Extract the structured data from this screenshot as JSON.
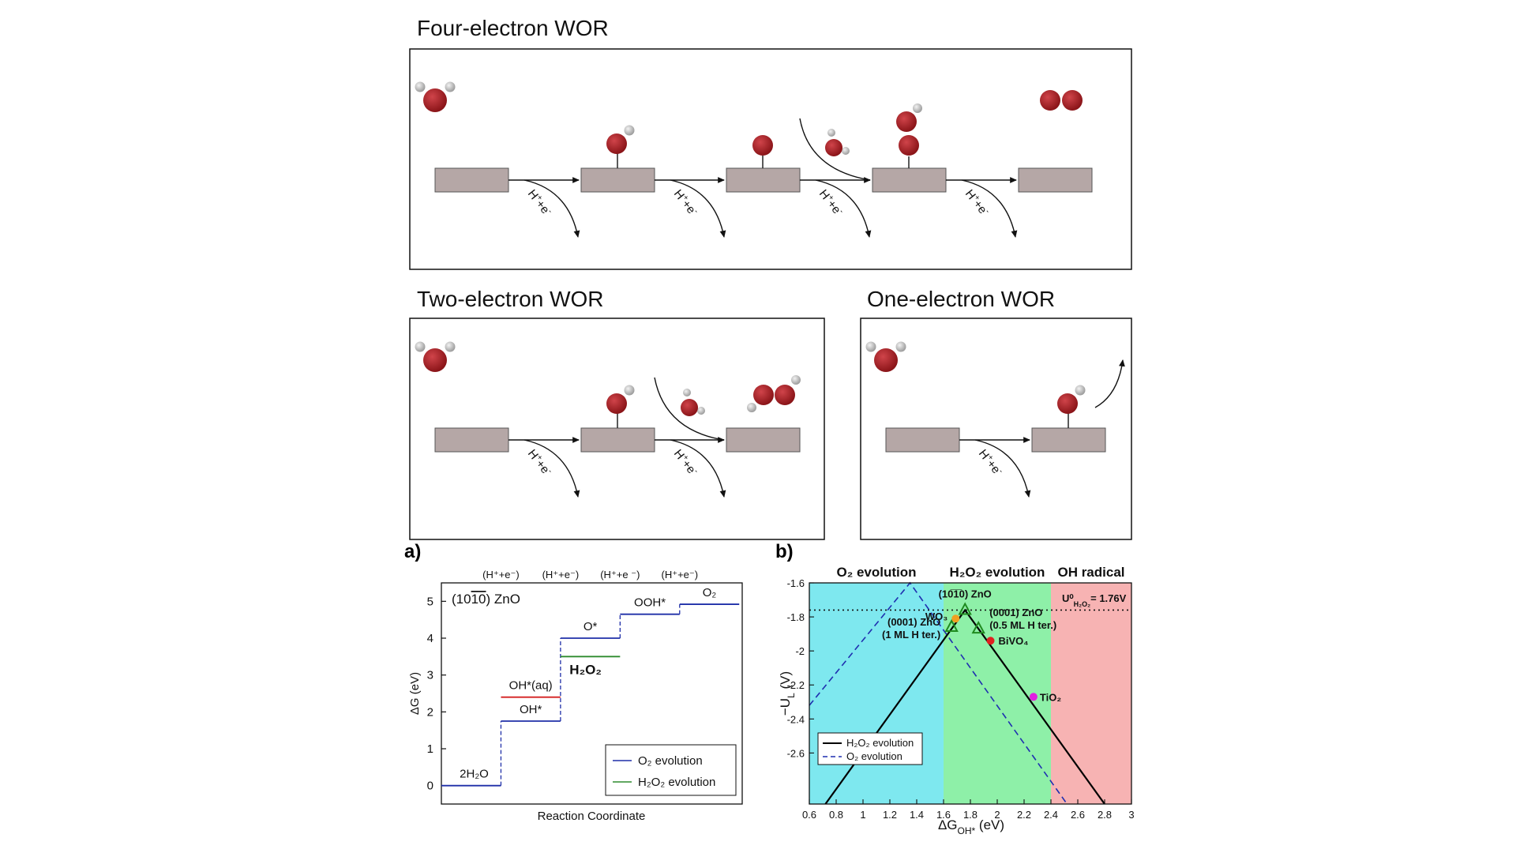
{
  "panels": {
    "four": {
      "title": "Four-electron WOR"
    },
    "two": {
      "title": "Two-electron WOR"
    },
    "one": {
      "title": "One-electron WOR"
    }
  },
  "step_label": {
    "main": "H",
    "sup1": "+",
    "rest": "+e",
    "sup2": "-"
  },
  "colors": {
    "oxygen": "#a61e22",
    "hydrogen": "#bdbdbd",
    "surface": "#b5a7a6"
  },
  "chart_data": [
    {
      "type": "line",
      "panel_label": "a)",
      "title": "(10̅1̅0) ZnO",
      "title_parts": {
        "pre": "(10",
        "bar": "1",
        "mid": "",
        "bar2": "0",
        "post": ") ZnO"
      },
      "xlabel": "Reaction Coordinate",
      "ylabel": "ΔG (eV)",
      "ylim": [
        -0.5,
        5.5
      ],
      "yticks": [
        0,
        1,
        2,
        3,
        4,
        5
      ],
      "step_headers": [
        "(H⁺+e⁻)",
        "(H⁺+e⁻)",
        "(H⁺+e ⁻)",
        "(H⁺+e⁻)"
      ],
      "series": [
        {
          "name": "O₂ evolution",
          "color": "#1f2fa8",
          "levels": [
            {
              "x": [
                0,
                1
              ],
              "y": 0.0,
              "label": "2H₂O"
            },
            {
              "x": [
                1,
                2
              ],
              "y": 1.75,
              "label": "OH*"
            },
            {
              "x": [
                2,
                3
              ],
              "y": 4.0,
              "label": "O*"
            },
            {
              "x": [
                3,
                4
              ],
              "y": 4.65,
              "label": "OOH*"
            },
            {
              "x": [
                4,
                5
              ],
              "y": 4.92,
              "label": "O₂"
            }
          ]
        },
        {
          "name": "H₂O₂ evolution",
          "color": "#2e8b2e",
          "levels": [
            {
              "x": [
                2,
                3
              ],
              "y": 3.5,
              "label": "H₂O₂"
            }
          ]
        }
      ],
      "extra_levels": [
        {
          "x": [
            1,
            2
          ],
          "y": 2.4,
          "label": "OH*(aq)",
          "color": "#d42020"
        }
      ],
      "legend": {
        "placement": "bottom-right"
      }
    },
    {
      "type": "line",
      "panel_label": "b)",
      "xlabel": "ΔG",
      "xlabel_sub": "OH*",
      "xlabel_unit": " (eV)",
      "ylabel": "−U",
      "ylabel_sub": "L",
      "ylabel_unit": " (V)",
      "xlim": [
        0.6,
        3.0
      ],
      "ylim": [
        -2.9,
        -1.6
      ],
      "xticks": [
        0.6,
        0.8,
        1,
        1.2,
        1.4,
        1.6,
        1.8,
        2,
        2.2,
        2.4,
        2.6,
        2.8,
        3
      ],
      "yticks": [
        -1.6,
        -1.8,
        -2,
        -2.2,
        -2.4,
        -2.6
      ],
      "regions": [
        {
          "label": "O₂ evolution",
          "x": [
            0.6,
            1.6
          ],
          "color": "#7ee8ef",
          "text_color": "#1a2fb0"
        },
        {
          "label": "H₂O₂ evolution",
          "x": [
            1.6,
            2.4
          ],
          "color": "#8ef0a8",
          "text_color": "#1f8a1f"
        },
        {
          "label": "OH radical",
          "x": [
            2.4,
            3.0
          ],
          "color": "#f7b3b3",
          "text_color": "#d42020"
        }
      ],
      "reference": {
        "label": "U⁰",
        "sub": "H₂O₂",
        "value_text": "= 1.76V",
        "y": -1.76
      },
      "series": [
        {
          "name": "H₂O₂ evolution",
          "style": "solid",
          "color": "#000000",
          "points": [
            [
              0.72,
              -2.9
            ],
            [
              1.76,
              -1.76
            ],
            [
              2.8,
              -2.9
            ]
          ]
        },
        {
          "name": "O₂ evolution",
          "style": "dashed",
          "color": "#1f2fb0",
          "points": [
            [
              0.6,
              -2.32
            ],
            [
              1.35,
              -1.6
            ],
            [
              2.52,
              -2.9
            ]
          ]
        }
      ],
      "markers": [
        {
          "label": "(10̅1̅0) ZnO",
          "x": 1.76,
          "y": -1.76,
          "shape": "triangle",
          "color": "#1f8a1f",
          "text_color": "#1f8a1f"
        },
        {
          "label": "(0001) ZnO\n(1 ML H ter.)",
          "x": 1.66,
          "y": -1.86,
          "shape": "triangle",
          "color": "#1f8a1f",
          "text_color": "#1f8a1f"
        },
        {
          "label": "(0001) ZnO\n(0.5 ML H ter.)",
          "x": 1.86,
          "y": -1.87,
          "shape": "triangle",
          "color": "#1f8a1f",
          "text_color": "#1f8a1f"
        },
        {
          "label": "WO₃",
          "x": 1.69,
          "y": -1.81,
          "shape": "circle",
          "color": "#f0a020",
          "text_color": "#f0a020"
        },
        {
          "label": "BiVO₄",
          "x": 1.95,
          "y": -1.94,
          "shape": "circle",
          "color": "#e02020",
          "text_color": "#e02020"
        },
        {
          "label": "TiO₂",
          "x": 2.27,
          "y": -2.27,
          "shape": "circle",
          "color": "#e020e0",
          "text_color": "#e020e0"
        }
      ],
      "legend": {
        "placement": "bottom-left"
      }
    }
  ]
}
